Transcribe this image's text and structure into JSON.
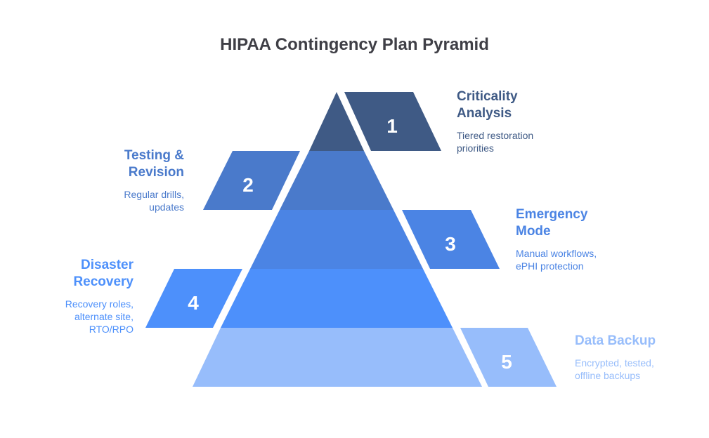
{
  "title": "HIPAA Contingency Plan Pyramid",
  "colors": {
    "level1": "#3f5a85",
    "level2": "#4a7acb",
    "level3": "#4b84e4",
    "level4": "#4d90fb",
    "level5": "#97bdfb",
    "text_gray": "#4b5563",
    "background": "#ffffff"
  },
  "levels": [
    {
      "number": "1",
      "heading": [
        "Criticality",
        "Analysis"
      ],
      "description": [
        "Tiered restoration",
        "priorities"
      ],
      "color": "#3f5a85"
    },
    {
      "number": "2",
      "heading": [
        "Testing &",
        "Revision"
      ],
      "description": [
        "Regular drills,",
        "updates"
      ],
      "color": "#4a7acb"
    },
    {
      "number": "3",
      "heading": [
        "Emergency",
        "Mode"
      ],
      "description": [
        "Manual workflows,",
        "ePHI protection"
      ],
      "color": "#4b84e4"
    },
    {
      "number": "4",
      "heading": [
        "Disaster",
        "Recovery"
      ],
      "description": [
        "Recovery roles,",
        "alternate site,",
        "RTO/RPO"
      ],
      "color": "#4d90fb"
    },
    {
      "number": "5",
      "heading": [
        "Data Backup"
      ],
      "description": [
        "Encrypted, tested,",
        "offline backups"
      ],
      "color": "#97bdfb"
    }
  ]
}
